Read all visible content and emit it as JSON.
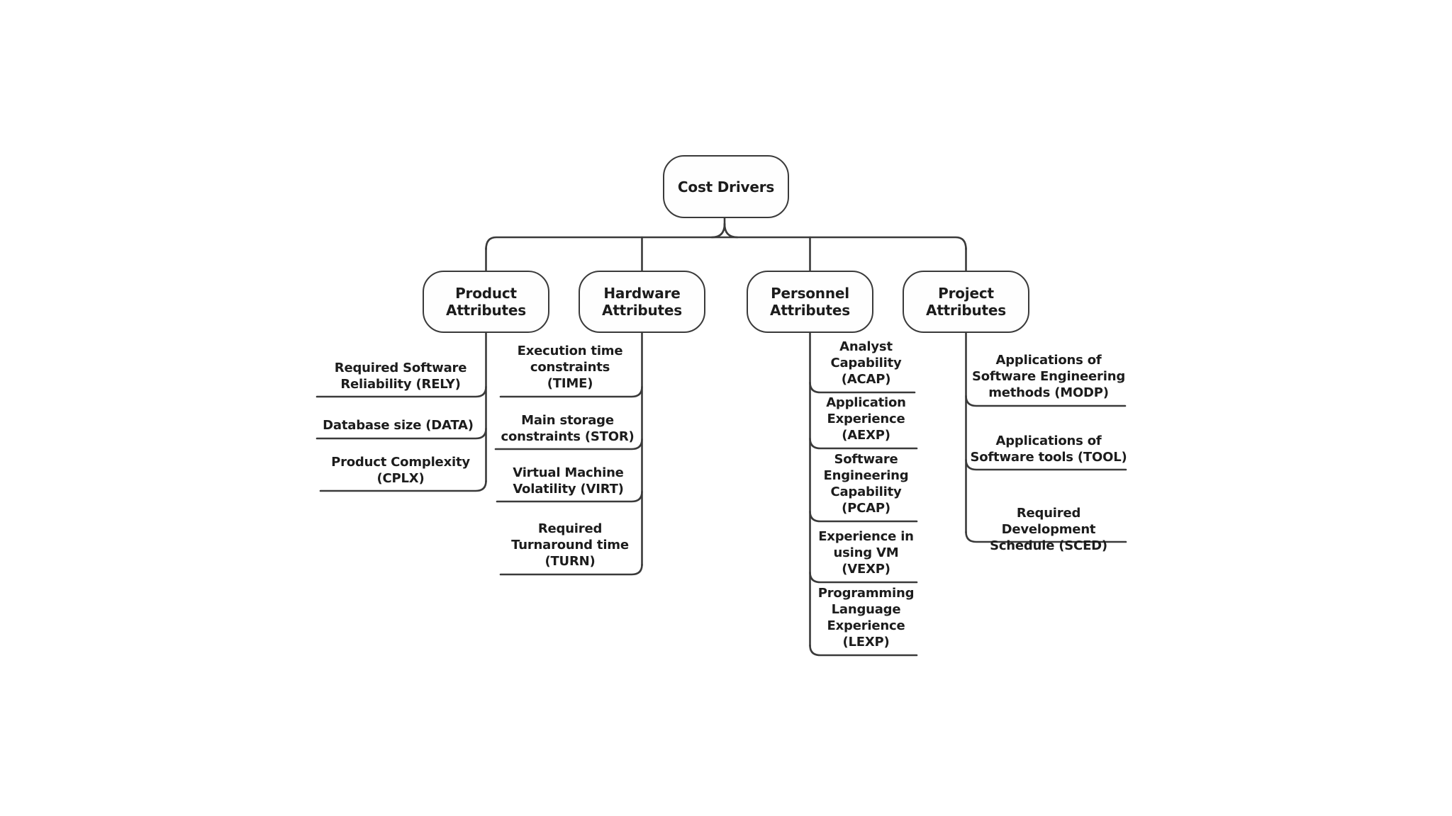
{
  "colors": {
    "line-color": "#3a3a3a",
    "text-color": "#1c1c1c"
  },
  "diagram": {
    "title": "Cost Drivers hierarchy",
    "root": {
      "label": "Cost Drivers"
    },
    "branches": [
      {
        "id": "product",
        "label": "Product\nAttributes",
        "children": [
          {
            "label": "Required Software\nReliability (RELY)"
          },
          {
            "label": "Database size (DATA)"
          },
          {
            "label": "Product Complexity\n(CPLX)"
          }
        ]
      },
      {
        "id": "hardware",
        "label": "Hardware\nAttributes",
        "children": [
          {
            "label": "Execution time\nconstraints\n(TIME)"
          },
          {
            "label": "Main storage\nconstraints (STOR)"
          },
          {
            "label": "Virtual Machine\nVolatility (VIRT)"
          },
          {
            "label": "Required\nTurnaround time\n(TURN)"
          }
        ]
      },
      {
        "id": "personnel",
        "label": "Personnel\nAttributes",
        "children": [
          {
            "label": "Analyst\nCapability\n(ACAP)"
          },
          {
            "label": "Application\nExperience\n(AEXP)"
          },
          {
            "label": "Software\nEngineering\nCapability\n(PCAP)"
          },
          {
            "label": "Experience in\nusing VM\n(VEXP)"
          },
          {
            "label": "Programming\nLanguage\nExperience\n(LEXP)"
          }
        ]
      },
      {
        "id": "project",
        "label": "Project\nAttributes",
        "children": [
          {
            "label": "Applications of\nSoftware Engineering\nmethods (MODP)"
          },
          {
            "label": "Applications of\nSoftware tools (TOOL)"
          },
          {
            "label": "Required Development\nSchedule (SCED)"
          }
        ]
      }
    ]
  }
}
